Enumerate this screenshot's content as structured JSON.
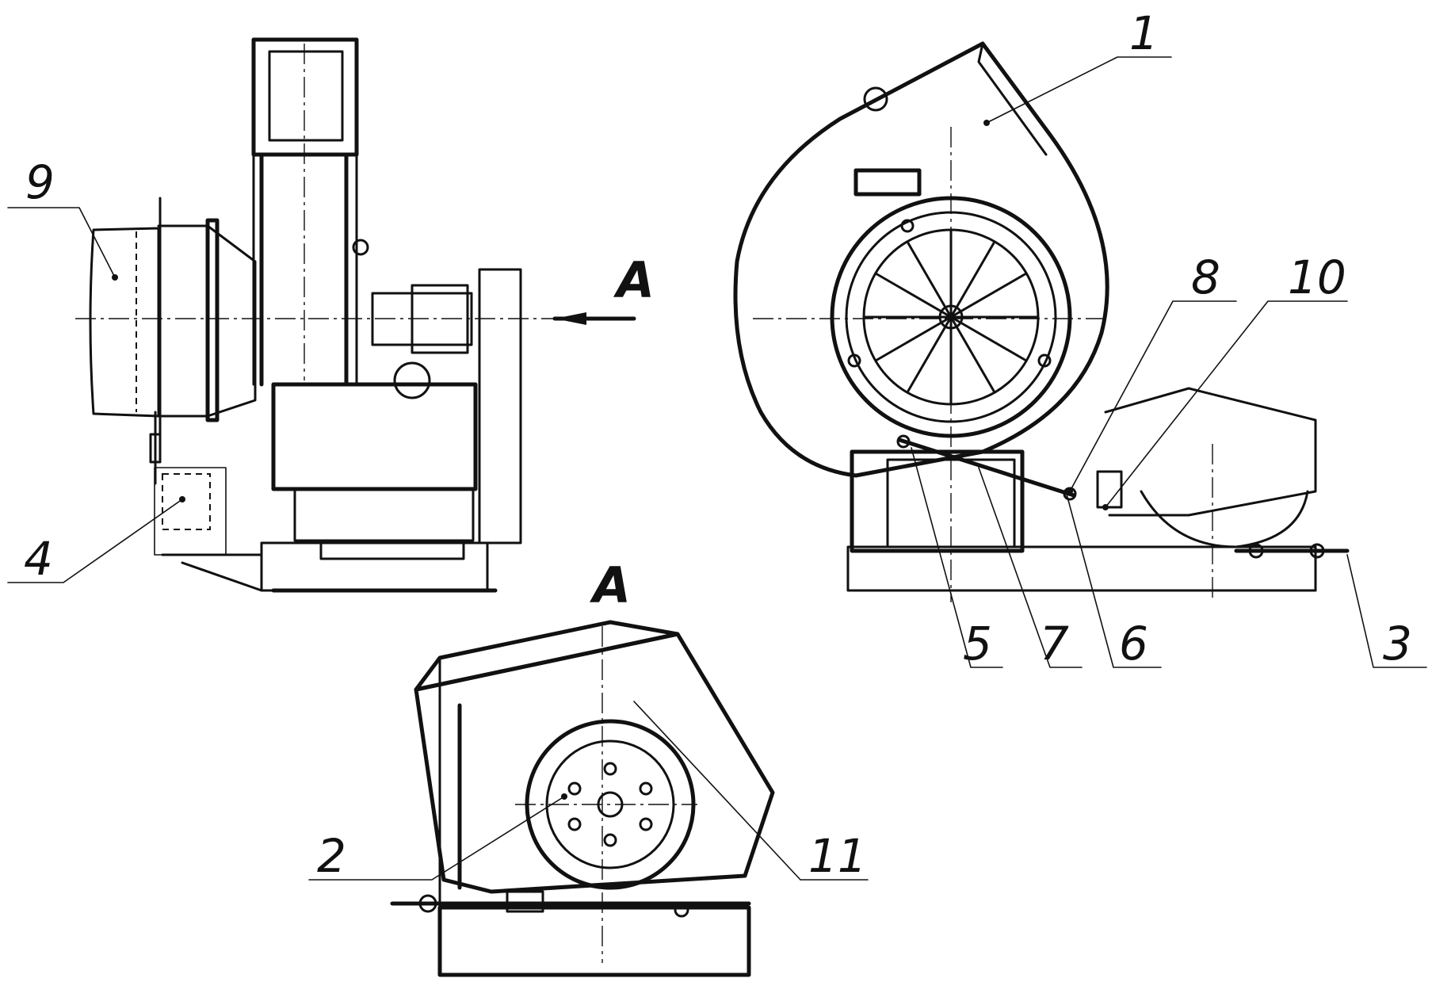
{
  "view_marker": "A",
  "section_title": "A",
  "callouts": [
    {
      "id": "c1",
      "text": "1"
    },
    {
      "id": "c2",
      "text": "2"
    },
    {
      "id": "c3",
      "text": "3"
    },
    {
      "id": "c4",
      "text": "4"
    },
    {
      "id": "c5",
      "text": "5"
    },
    {
      "id": "c6",
      "text": "6"
    },
    {
      "id": "c7",
      "text": "7"
    },
    {
      "id": "c8",
      "text": "8"
    },
    {
      "id": "c9",
      "text": "9"
    },
    {
      "id": "c10",
      "text": "10"
    },
    {
      "id": "c11",
      "text": "11"
    }
  ]
}
